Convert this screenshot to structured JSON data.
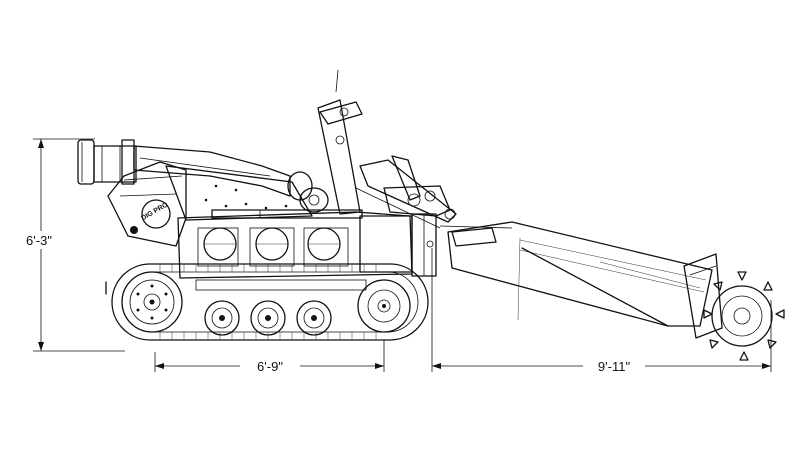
{
  "dimensions": {
    "height": "6'-3\"",
    "track_length": "6'-9\"",
    "boom_reach": "9'-11\""
  },
  "decal_text": "DIG PRO",
  "colors": {
    "line": "#111111",
    "background": "#ffffff"
  }
}
